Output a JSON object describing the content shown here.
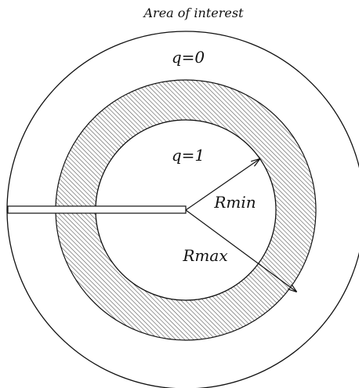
{
  "diagram": {
    "title": "Area of interest",
    "labels": {
      "outer_region": "q=0",
      "inner_region": "q=1",
      "inner_radius": "Rmin",
      "outer_radius": "Rmax"
    },
    "colors": {
      "stroke": "#111111",
      "hatch": "#555555",
      "background": "#ffffff"
    }
  }
}
